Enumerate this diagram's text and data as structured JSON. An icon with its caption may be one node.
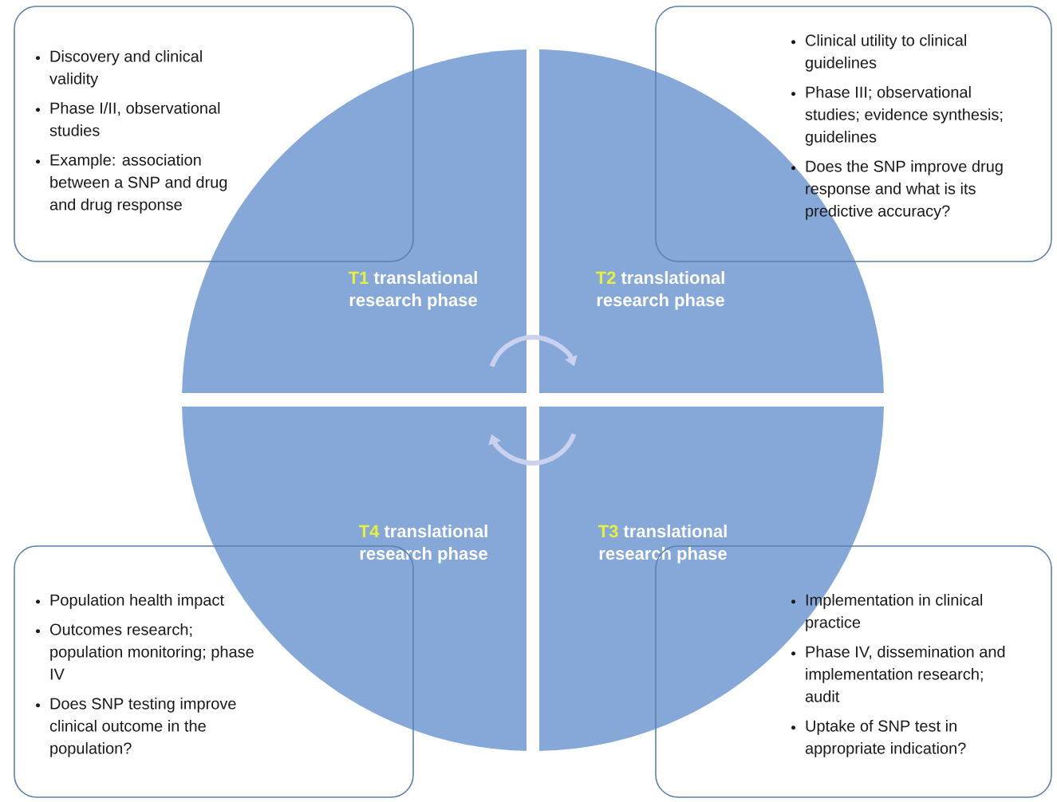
{
  "diagram": {
    "nodes": [
      {
        "text": [
          "Discovery and clinical validity",
          "Phase I/II, observational studies",
          "Example: association between a SNP and drug and drug response"
        ]
      },
      {
        "text": [
          "Clinical utility to clinical guidelines",
          "Phase III; observational studies; evidence synthesis; guidelines",
          "Does the SNP improve drug response and what is its predictive accuracy?"
        ]
      },
      {
        "text": [
          "T1",
          "translational research phase"
        ]
      },
      {
        "text": [
          "T2",
          "translational research phase"
        ]
      },
      {
        "text": [
          "T4",
          "translational research phase"
        ]
      },
      {
        "text": [
          "T3",
          "translational research phase"
        ]
      },
      {
        "text": [
          "Population health impact",
          "Outcomes research; population monitoring; phase IV",
          "Does SNP testing improve clinical outcome in the population?"
        ]
      },
      {
        "text": [
          "Implementation in clinical practice",
          "Phase IV, dissemination and implementation research; audit",
          "Uptake of SNP test in appropriate indication?"
        ]
      }
    ],
    "edges": [
      {
        "from": 2,
        "to": 3,
        "arrow": "to"
      },
      {
        "from": 5,
        "to": 4,
        "arrow": "to"
      }
    ]
  }
}
